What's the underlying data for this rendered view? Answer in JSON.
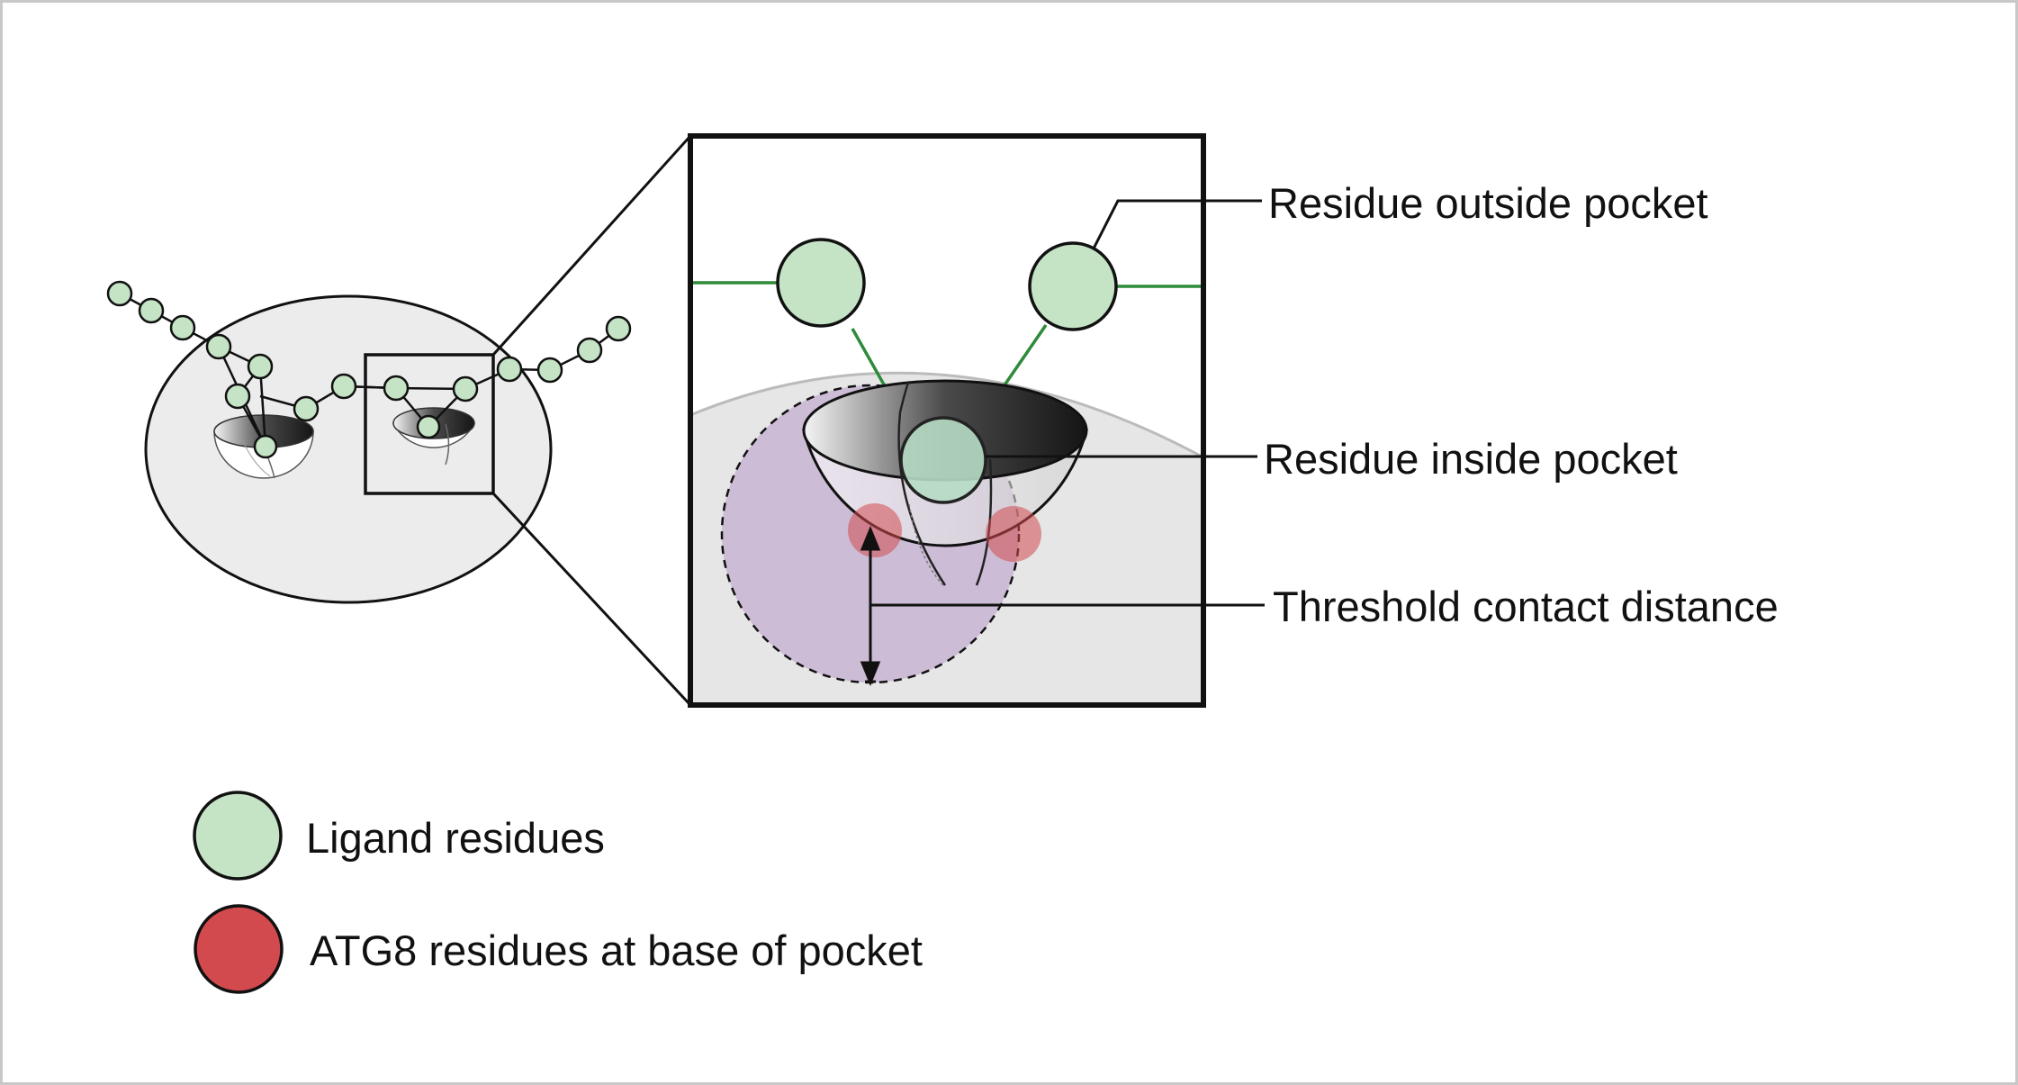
{
  "callouts": {
    "outside": "Residue outside pocket",
    "inside": "Residue inside pocket",
    "threshold": "Threshold contact distance"
  },
  "legend": {
    "ligand": "Ligand residues",
    "atg8": "ATG8 residues at base of pocket"
  },
  "colors": {
    "ligand_fill": "#c5e3c5",
    "atg8_fill": "#d24a4e",
    "protein_fill": "#ececec",
    "contact_sphere": "#c3aecf",
    "bond_green": "#2e8b3a",
    "border": "#c8c8c8"
  }
}
